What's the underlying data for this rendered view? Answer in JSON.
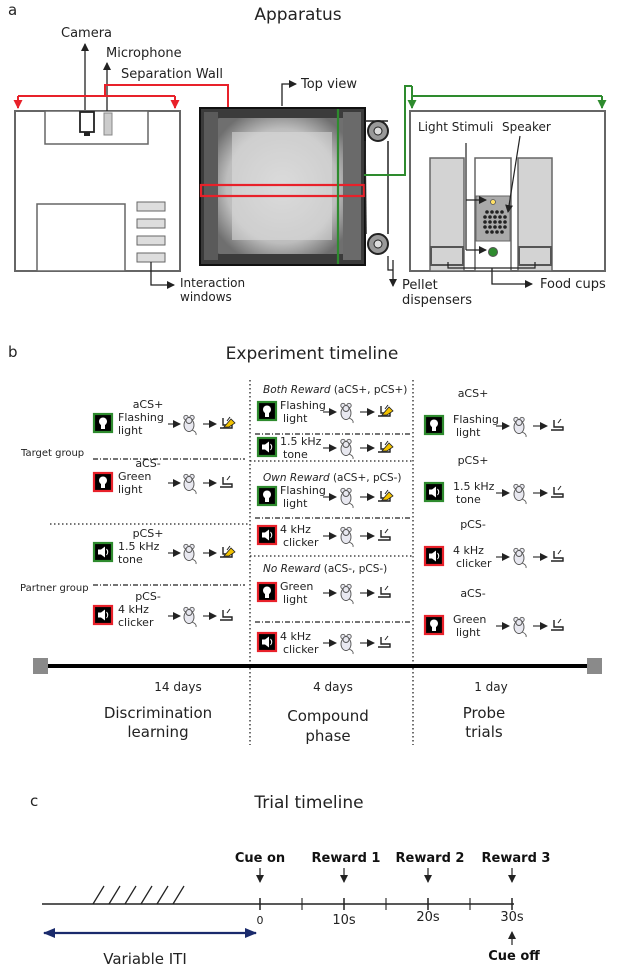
{
  "panels": {
    "a": {
      "letter": "a",
      "title": "Apparatus",
      "labels": {
        "camera": "Camera",
        "microphone": "Microphone",
        "separation_wall": "Separation Wall",
        "top_view": "Top view",
        "light_stimuli": "Light Stimuli",
        "speaker": "Speaker",
        "interaction_windows": [
          "Interaction",
          "windows"
        ],
        "pellet_dispensers": [
          "Pellet",
          "dispensers"
        ],
        "food_cups": "Food cups"
      },
      "colors": {
        "red": "#e8212a",
        "green": "#2e8b2e"
      }
    },
    "b": {
      "letter": "b",
      "title": "Experiment timeline",
      "group_labels": {
        "target": "Target group",
        "partner": "Partner group"
      },
      "discrimination": [
        {
          "cue": "aCS+",
          "stim": [
            "Flashing",
            "light"
          ],
          "icon": "light",
          "border": "green",
          "reward": true
        },
        {
          "cue": "aCS-",
          "stim": [
            "Green",
            "light"
          ],
          "icon": "light",
          "border": "red",
          "reward": false
        },
        {
          "cue": "pCS+",
          "stim": [
            "1.5 kHz",
            "tone"
          ],
          "icon": "speaker",
          "border": "green",
          "reward": true
        },
        {
          "cue": "pCS-",
          "stim": [
            "4 kHz",
            "clicker"
          ],
          "icon": "speaker",
          "border": "red",
          "reward": false
        }
      ],
      "compound": [
        {
          "header": "Both Reward",
          "suffix": " (aCS+, pCS+)",
          "rows": [
            {
              "stim": [
                "Flashing",
                "light"
              ],
              "icon": "light",
              "border": "green",
              "reward": true
            },
            {
              "stim": [
                "1.5 kHz",
                "tone"
              ],
              "icon": "speaker",
              "border": "green",
              "reward": true
            }
          ]
        },
        {
          "header": "Own Reward",
          "suffix": " (aCS+, pCS-)",
          "rows": [
            {
              "stim": [
                "Flashing",
                "light"
              ],
              "icon": "light",
              "border": "green",
              "reward": true
            },
            {
              "stim": [
                "4 kHz",
                "clicker"
              ],
              "icon": "speaker",
              "border": "red",
              "reward": false
            }
          ]
        },
        {
          "header": "No Reward",
          "suffix": " (aCS-, pCS-)",
          "rows": [
            {
              "stim": [
                "Green",
                "light"
              ],
              "icon": "light",
              "border": "red",
              "reward": false
            },
            {
              "stim": [
                "4 kHz",
                "clicker"
              ],
              "icon": "speaker",
              "border": "red",
              "reward": false
            }
          ]
        }
      ],
      "probe": [
        {
          "cue": "aCS+",
          "stim": [
            "Flashing",
            "light"
          ],
          "icon": "light",
          "border": "green"
        },
        {
          "cue": "pCS+",
          "stim": [
            "1.5 kHz",
            "tone"
          ],
          "icon": "speaker",
          "border": "green"
        },
        {
          "cue": "pCS-",
          "stim": [
            "4 kHz",
            "clicker"
          ],
          "icon": "speaker",
          "border": "red"
        },
        {
          "cue": "aCS-",
          "stim": [
            "Green",
            "light"
          ],
          "icon": "light",
          "border": "red"
        }
      ],
      "durations": [
        "14 days",
        "4 days",
        "1 day"
      ],
      "phases": [
        [
          "Discrimination",
          "learning"
        ],
        [
          "Compound",
          "phase"
        ],
        [
          "Probe",
          "trials"
        ]
      ]
    },
    "c": {
      "letter": "c",
      "title": "Trial timeline",
      "events": [
        "Cue on",
        "Reward 1",
        "Reward 2",
        "Reward 3"
      ],
      "ticks": [
        "0",
        "10s",
        "20s",
        "30s"
      ],
      "cue_off": "Cue off",
      "iti": "Variable ITI"
    }
  }
}
